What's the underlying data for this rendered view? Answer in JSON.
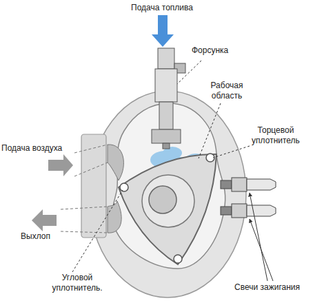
{
  "diagram": {
    "labels": [
      "Подача топлива",
      "Форсунка",
      "Рабочая область",
      "Торцевой уплотнитель",
      "Подача воздуха",
      "Выхлоп",
      "Угловой уплотнитель.",
      "Свечи зажигания"
    ]
  }
}
